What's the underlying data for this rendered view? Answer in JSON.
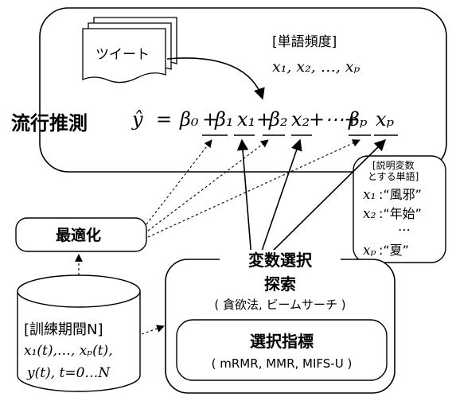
{
  "trend": {
    "label": "流行推測",
    "tweet_label": "ツイート",
    "word_freq_label": "[単語頻度]",
    "word_freq_vars": "x₁, x₂, …, xₚ",
    "equation": {
      "lhs": "ŷ",
      "eq": "=",
      "terms": [
        "β₀",
        "+",
        "β₁",
        "x₁",
        "+",
        "β₂",
        "x₂",
        "+⋯+",
        "βₚ",
        "xₚ"
      ]
    }
  },
  "explanatory": {
    "title_line1": "[説明変数",
    "title_line2": "とする単語]",
    "items": [
      {
        "var": "x₁",
        "word": ":“風邪”"
      },
      {
        "var": "x₂",
        "word": ":“年始”"
      },
      {
        "var": "",
        "word": "⋯"
      },
      {
        "var": "xₚ",
        "word": ":“夏”"
      }
    ]
  },
  "optimize": {
    "label": "最適化"
  },
  "training": {
    "title": "[訓練期間N]",
    "line1": "x₁(t),…, xₚ(t),",
    "line2": "y(t), t=0…N"
  },
  "selection": {
    "title": "変数選択",
    "search_title": "探索",
    "search_sub": "( 貪欲法, ビームサーチ )",
    "index_title": "選択指標",
    "index_sub": "( mRMR, MMR, MIFS-U )"
  }
}
